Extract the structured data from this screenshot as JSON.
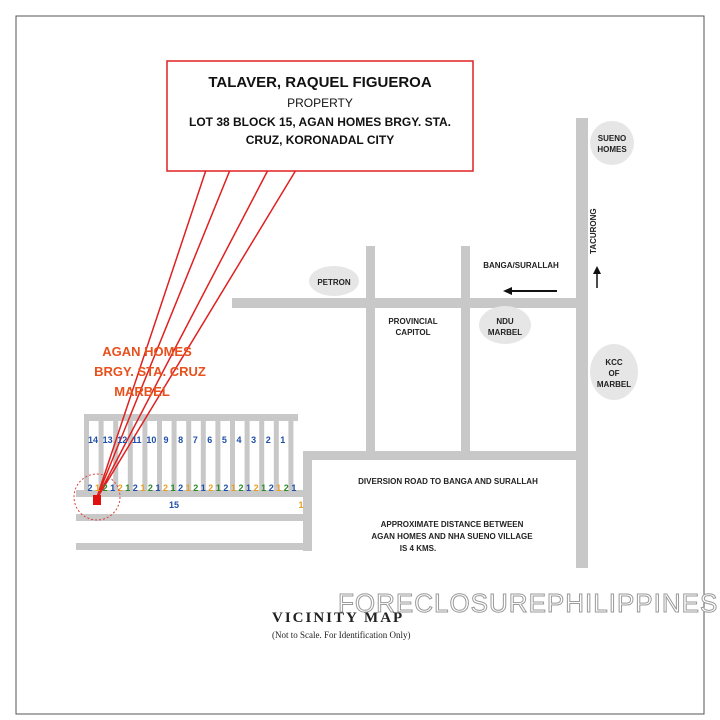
{
  "callout": {
    "name": "TALAVER, RAQUEL FIGUEROA",
    "type": "PROPERTY",
    "address_line1": "LOT 38 BLOCK 15, AGAN HOMES BRGY. STA.",
    "address_line2": "CRUZ, KORONADAL CITY"
  },
  "subdivision": {
    "line1": "AGAN HOMES",
    "line2": "BRGY. STA. CRUZ",
    "line3": "MARBEL",
    "lot_numbers_top": [
      "14",
      "13",
      "12",
      "11",
      "10",
      "9",
      "8",
      "7",
      "6",
      "5",
      "4",
      "3",
      "2",
      "1"
    ],
    "lot_numbers_bottom": [
      "2",
      "1",
      "2",
      "1",
      "2",
      "1",
      "2",
      "1",
      "2",
      "1",
      "2",
      "1",
      "2",
      "1",
      "2",
      "1",
      "2",
      "1",
      "2",
      "1",
      "2",
      "1",
      "2",
      "1",
      "2",
      "1",
      "2",
      "1"
    ],
    "block_number": "15",
    "block_end_number": "1"
  },
  "landmarks": {
    "sueno_line1": "SUENO",
    "sueno_line2": "HOMES",
    "petron": "PETRON",
    "capitol_line1": "PROVINCIAL",
    "capitol_line2": "CAPITOL",
    "ndu_line1": "NDU",
    "ndu_line2": "MARBEL",
    "kcc_line1": "KCC",
    "kcc_line2": "OF",
    "kcc_line3": "MARBEL"
  },
  "roads": {
    "tacurong": "TACURONG",
    "banga_surallah": "BANGA/SURALLAH",
    "diversion": "DIVERSION ROAD TO BANGA AND SURALLAH"
  },
  "note": {
    "line1": "APPROXIMATE DISTANCE BETWEEN",
    "line2": "AGAN HOMES AND NHA SUENO VILLAGE",
    "line3": "IS 4 KMS."
  },
  "footer": {
    "title": "VICINITY MAP",
    "subtitle": "(Not to Scale. For Identification Only)",
    "watermark": "FORECLOSUREPHILIPPINES.COM"
  },
  "colors": {
    "road": "#c8c8c8",
    "callout_border": "#e02020",
    "subdivision_label": "#e8501c",
    "lot_number_blue": "#1f4fa8",
    "lot_number_orange": "#e8a020",
    "lot_number_green": "#2a8a2a",
    "marker": "#e01010"
  }
}
